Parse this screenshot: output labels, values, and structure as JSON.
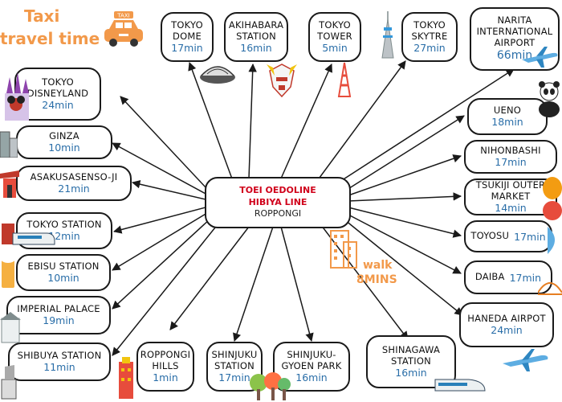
{
  "title": {
    "line1": "Taxi",
    "line2": "travel time"
  },
  "taxi_badge": "TAXI",
  "center": {
    "line1": "TOEI OEDOLINE",
    "line2": "HIBIYA LINE",
    "line3": "ROPPONGI"
  },
  "walk": {
    "line1": "walk",
    "line2": "8MINS"
  },
  "colors": {
    "title": "#f2994a",
    "accent_red": "#d0021b",
    "time_blue": "#2a6ea8"
  },
  "destinations": {
    "tokyo_dome": {
      "name": "TOKYO DOME",
      "time": "17min"
    },
    "akihabara": {
      "name": "AKIHABARA STATION",
      "time": "16min"
    },
    "tokyo_tower": {
      "name": "TOKYO TOWER",
      "time": "5min"
    },
    "skytree": {
      "name": "TOKYO SKYTRE",
      "time": "27min"
    },
    "narita": {
      "name": "NARITA INTERNATIONAL AIRPORT",
      "time": "66min"
    },
    "disneyland": {
      "name": "TOKYO DISNEYLAND",
      "time": "24min"
    },
    "ginza": {
      "name": "GINZA",
      "time": "10min"
    },
    "asakusa": {
      "name": "ASAKUSASENSO-JI",
      "time": "21min"
    },
    "tokyo_station": {
      "name": "TOKYO STATION",
      "time": "12min"
    },
    "ebisu": {
      "name": "EBISU STATION",
      "time": "10min"
    },
    "imperial_palace": {
      "name": "IMPERIAL PALACE",
      "time": "19min"
    },
    "shibuya": {
      "name": "SHIBUYA STATION",
      "time": "11min"
    },
    "roppongi_hills": {
      "name": "ROPPONGI HILLS",
      "time": "1min"
    },
    "shinjuku": {
      "name": "SHINJUKU STATION",
      "time": "17min"
    },
    "shinjuku_gyoen": {
      "name": "SHINJUKU-GYOEN PARK",
      "time": "16min"
    },
    "shinagawa": {
      "name": "SHINAGAWA STATION",
      "time": "16min"
    },
    "ueno": {
      "name": "UENO",
      "time": "18min"
    },
    "nihonbashi": {
      "name": "NIHONBASHI",
      "time": "17min"
    },
    "tsukiji": {
      "name": "TSUKIJI OUTER MARKET",
      "time": "14min"
    },
    "toyosu": {
      "name": "TOYOSU",
      "time": "17min"
    },
    "daiba": {
      "name": "DAIBA",
      "time": "17min"
    },
    "haneda": {
      "name": "HANEDA AIRPOT",
      "time": "24min"
    }
  },
  "icons": [
    "taxi-icon",
    "stadium-icon",
    "robot-icon",
    "tower-icon",
    "skytree-icon",
    "airplane-icon",
    "castle-icon",
    "buildings-icon",
    "temple-icon",
    "train-icon",
    "beer-icon",
    "palace-icon",
    "shibuya-icon",
    "hills-tower-icon",
    "trees-icon",
    "bullet-train-icon",
    "panda-icon",
    "fish-icon",
    "bridge-icon",
    "office-building-icon"
  ]
}
